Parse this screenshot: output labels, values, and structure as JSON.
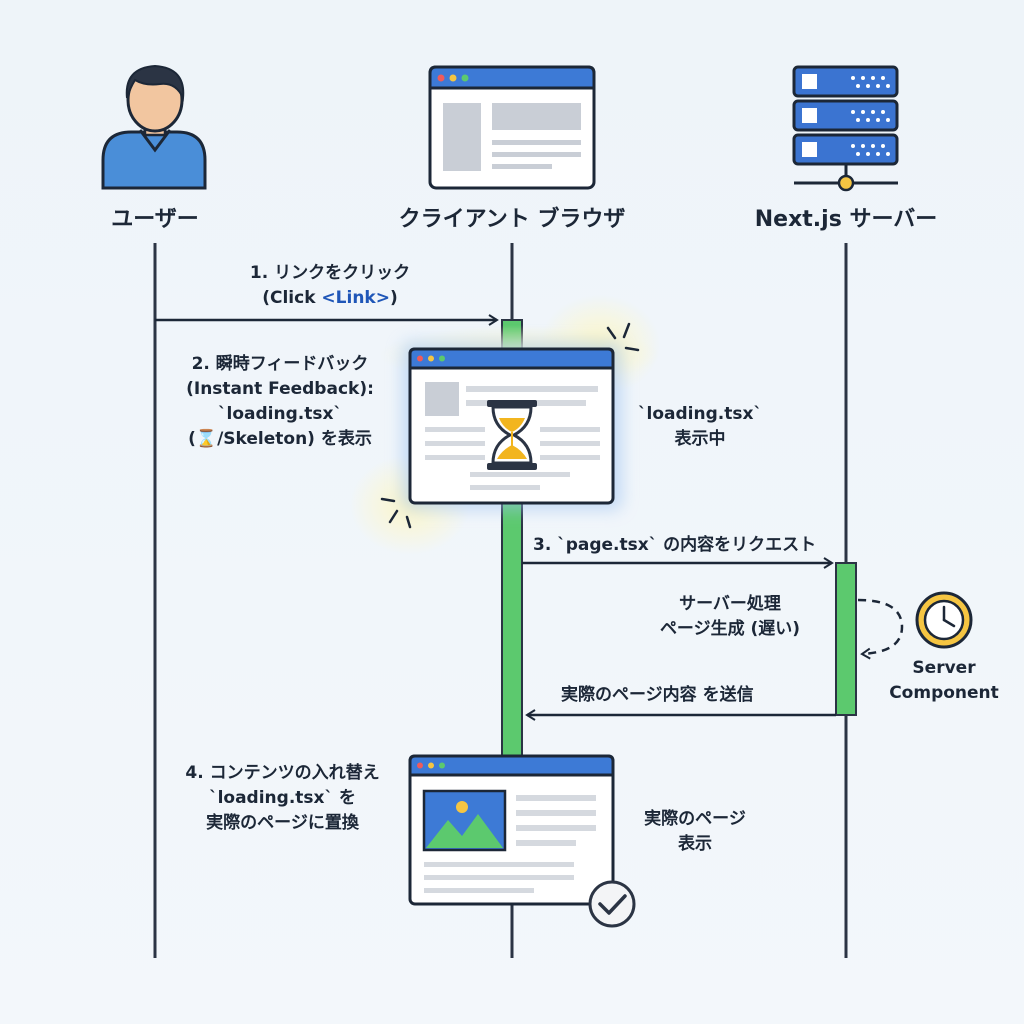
{
  "participants": {
    "user": "ユーザー",
    "browser": "クライアント ブラウザ",
    "server": "Next.js サーバー"
  },
  "steps": {
    "step1": {
      "line1": "1. リンクをクリック",
      "line2_prefix": "(Click ",
      "line2_link": "<Link>",
      "line2_suffix": ")"
    },
    "step2": {
      "line1": "2. 瞬時フィードバック",
      "line2": "(Instant Feedback):",
      "line3": "`loading.tsx`",
      "line4_prefix": "(",
      "line4_icon": "⌛",
      "line4_suffix": "/Skeleton) を表示"
    },
    "step3": {
      "label": "3. `page.tsx` の内容をリクエスト"
    },
    "response": {
      "label": "実際のページ内容 を送信"
    },
    "step4": {
      "line1": "4. コンテンツの入れ替え",
      "line2": "`loading.tsx` を",
      "line3": "実際のページに置換"
    }
  },
  "notes": {
    "loading": {
      "line1": "`loading.tsx`",
      "line2": "表示中"
    },
    "server_processing": {
      "line1": "サーバー処理",
      "line2": "ページ生成 (遅い)"
    },
    "server_component": {
      "line1": "Server",
      "line2": "Component"
    },
    "actual_page": {
      "line1": "実際のページ",
      "line2": "表示"
    }
  },
  "icons": {
    "user": "user-avatar-icon",
    "browser": "browser-window-icon",
    "server": "server-rack-icon",
    "hourglass": "hourglass-icon",
    "clock": "clock-icon",
    "image": "image-placeholder-icon",
    "check": "checkmark-icon"
  },
  "colors": {
    "lifeline": "#2b3444",
    "activation": "#5cc96e",
    "browser_bar": "#3d7ad6",
    "server_blue": "#3b74d1",
    "hourglass_sand": "#f2b51f",
    "glow": "#fff2a8"
  }
}
